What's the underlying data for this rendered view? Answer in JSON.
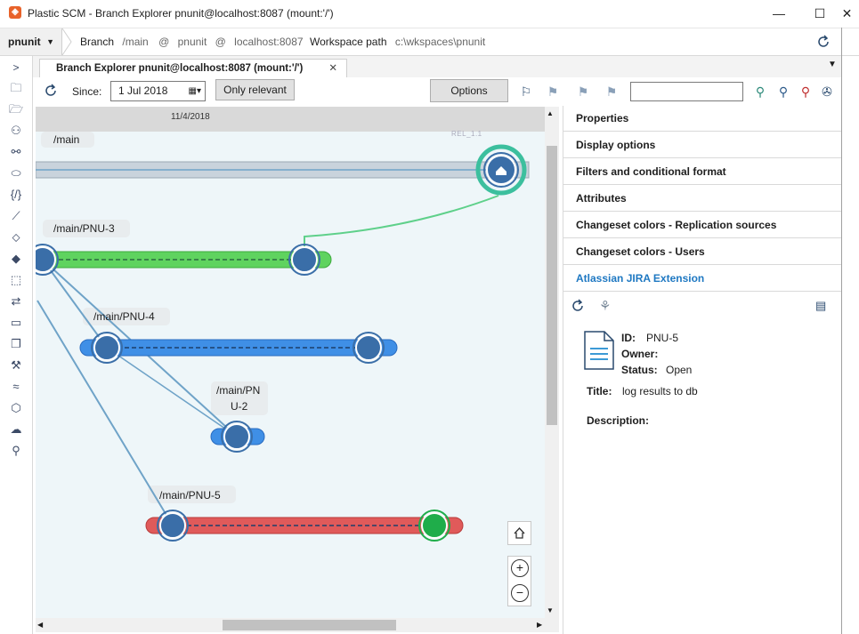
{
  "window": {
    "title": "Plastic SCM - Branch Explorer pnunit@localhost:8087 (mount:'/')",
    "app_icon": "plastic-scm-logo",
    "minimize": "—",
    "maximize": "☐",
    "close": "✕"
  },
  "workspace": {
    "name": "pnunit",
    "branch_label": "Branch",
    "branch_value": "/main",
    "at1": "@",
    "repo": "pnunit",
    "at2": "@",
    "server": "localhost:8087",
    "wspath_label": "Workspace path",
    "wspath_value": "c:\\wkspaces\\pnunit"
  },
  "tab": {
    "label": "Branch Explorer pnunit@localhost:8087 (mount:'/')",
    "close": "✕"
  },
  "toolbar": {
    "since_label": "Since:",
    "date_value": "1  Jul  2018",
    "only_relevant": "Only relevant",
    "options": "Options",
    "search_value": ""
  },
  "diagram": {
    "date_header": "11/4/2018",
    "label_fragment": "REL_1.1",
    "branches": [
      {
        "label": "/main",
        "color": "#c9d3dc"
      },
      {
        "label": "/main/PNU-3",
        "color": "#5fd35f"
      },
      {
        "label": "/main/PNU-4",
        "color": "#3f8fe6"
      },
      {
        "label": "/main/PN",
        "label2": "U-2",
        "color": "#3f8fe6"
      },
      {
        "label": "/main/PNU-5",
        "color": "#e05a5a"
      }
    ]
  },
  "panel": {
    "sections": [
      "Properties",
      "Display options",
      "Filters and conditional format",
      "Attributes",
      "Changeset colors - Replication sources",
      "Changeset colors - Users",
      "Atlassian JIRA Extension"
    ],
    "issue": {
      "id_label": "ID:",
      "id_value": "PNU-5",
      "owner_label": "Owner:",
      "owner_value": "",
      "status_label": "Status:",
      "status_value": "Open",
      "title_label": "Title:",
      "title_value": "log results to db",
      "description_label": "Description:"
    }
  },
  "colors": {
    "accent": "#1e78c2",
    "main_branch": "#c9d3dc",
    "pnu3": "#5fd35f",
    "pnu4": "#3f8fe6",
    "pnu5": "#e05a5a",
    "head_ring": "#3cbf9e",
    "changeset": "#3a6ea8"
  }
}
